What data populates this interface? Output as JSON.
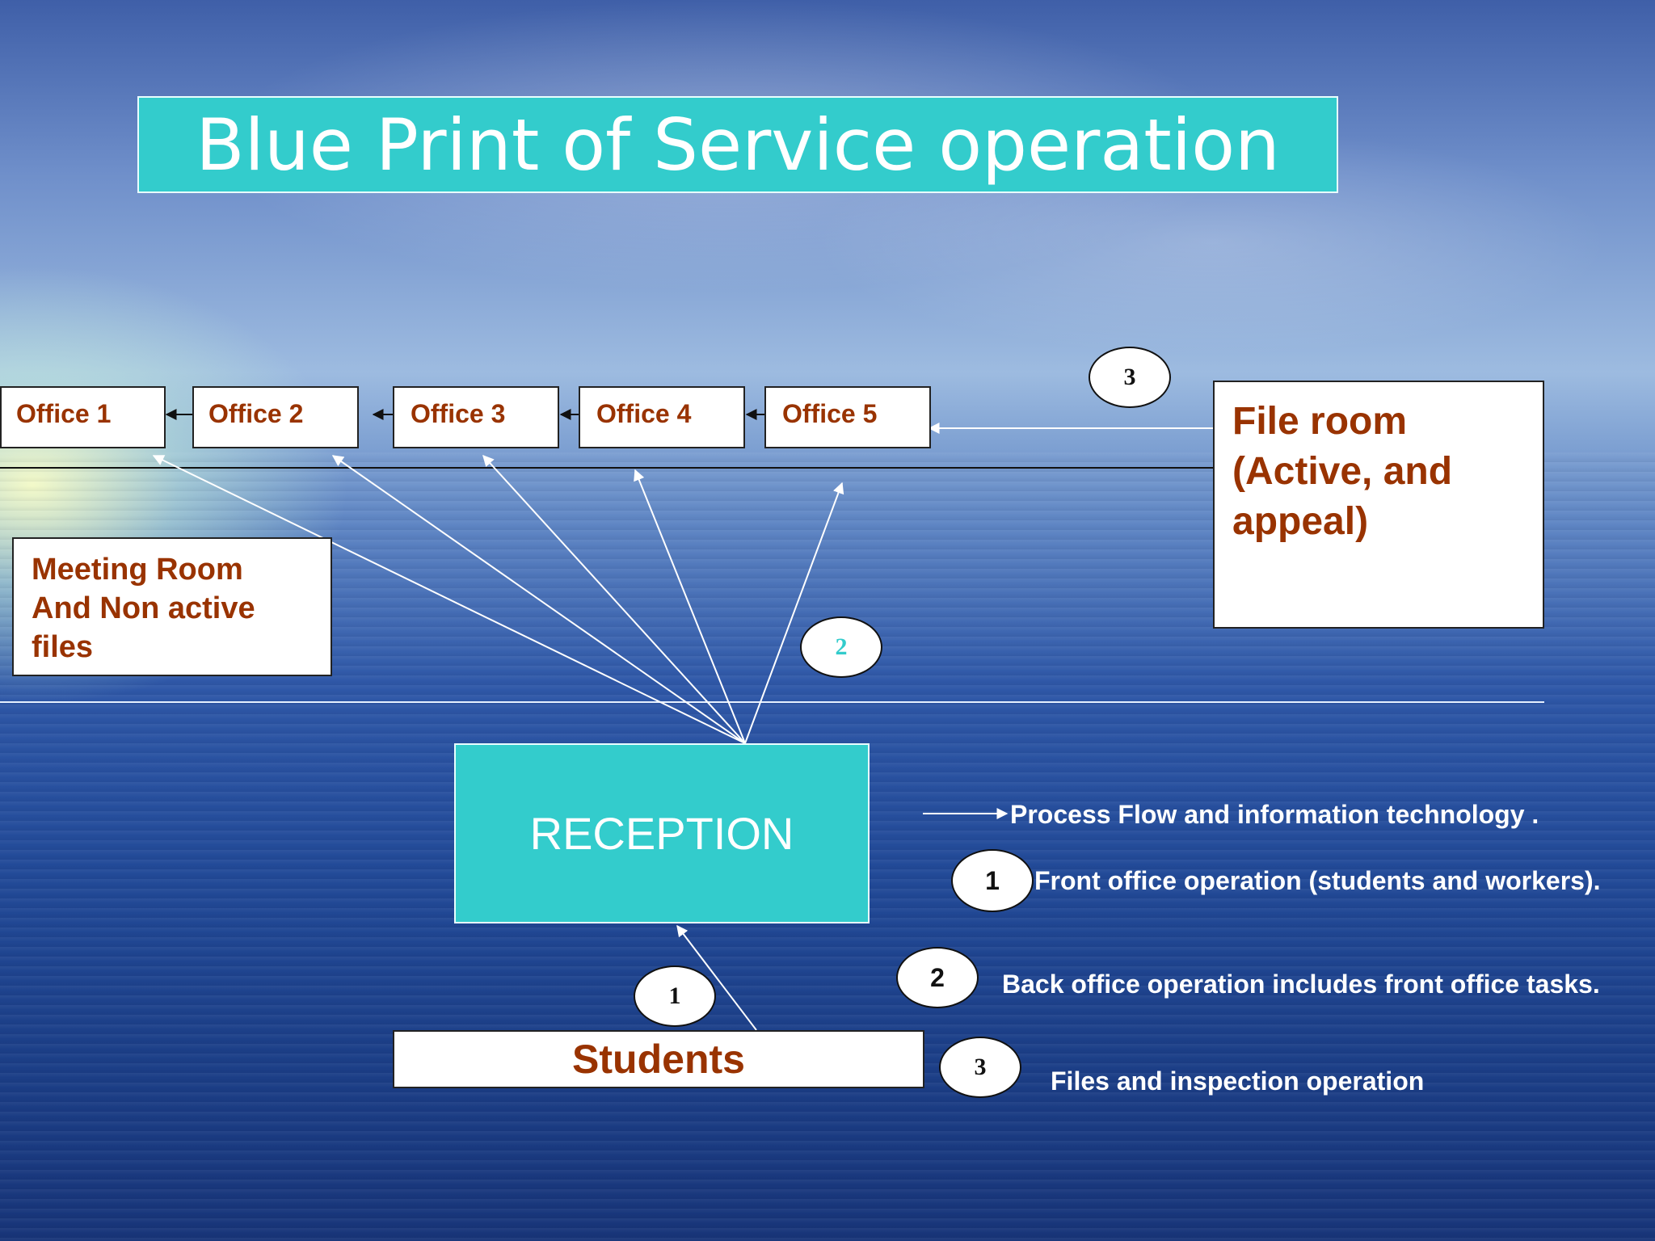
{
  "title": "Blue Print of Service operation",
  "offices": [
    "Office 1",
    "Office 2",
    "Office 3",
    "Office 4",
    "Office 5"
  ],
  "meeting_room": [
    "Meeting Room",
    "And Non active",
    "files"
  ],
  "file_room": [
    "File room",
    "(Active, and",
    "appeal)"
  ],
  "reception": "RECEPTION",
  "students": "Students",
  "markers": {
    "reception_to_offices": "2",
    "file_room_to_offices": "3",
    "students_to_reception": "1"
  },
  "legend": {
    "arrow_text": "Process Flow and information technology .",
    "items": [
      {
        "number": "1",
        "text": "Front office operation (students and workers)."
      },
      {
        "number": "2",
        "text": "Back office operation includes front office tasks."
      },
      {
        "number": "3",
        "text": "Files and inspection operation"
      }
    ]
  },
  "colors": {
    "accent_box": "#33cccc",
    "box_text": "#993300",
    "marker_2_text": "#33cccc"
  }
}
